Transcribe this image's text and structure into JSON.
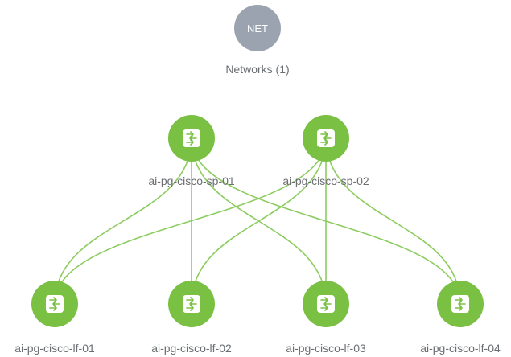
{
  "network": {
    "badge": "NET",
    "label": "Networks (1)",
    "color": "#9aa3af"
  },
  "spines": [
    {
      "id": "sp1",
      "label": "ai-pg-cisco-sp-01"
    },
    {
      "id": "sp2",
      "label": "ai-pg-cisco-sp-02"
    }
  ],
  "leaves": [
    {
      "id": "lf1",
      "label": "ai-pg-cisco-lf-01"
    },
    {
      "id": "lf2",
      "label": "ai-pg-cisco-lf-02"
    },
    {
      "id": "lf3",
      "label": "ai-pg-cisco-lf-03"
    },
    {
      "id": "lf4",
      "label": "ai-pg-cisco-lf-04"
    }
  ],
  "links": [
    [
      "sp1",
      "lf1"
    ],
    [
      "sp1",
      "lf2"
    ],
    [
      "sp1",
      "lf3"
    ],
    [
      "sp1",
      "lf4"
    ],
    [
      "sp2",
      "lf1"
    ],
    [
      "sp2",
      "lf2"
    ],
    [
      "sp2",
      "lf3"
    ],
    [
      "sp2",
      "lf4"
    ]
  ],
  "colors": {
    "switch": "#79c043",
    "link": "#8ccc5f",
    "label": "#6b6e72"
  },
  "icons": {
    "network": "network-cloud-icon",
    "switch": "switch-arrows-icon"
  }
}
